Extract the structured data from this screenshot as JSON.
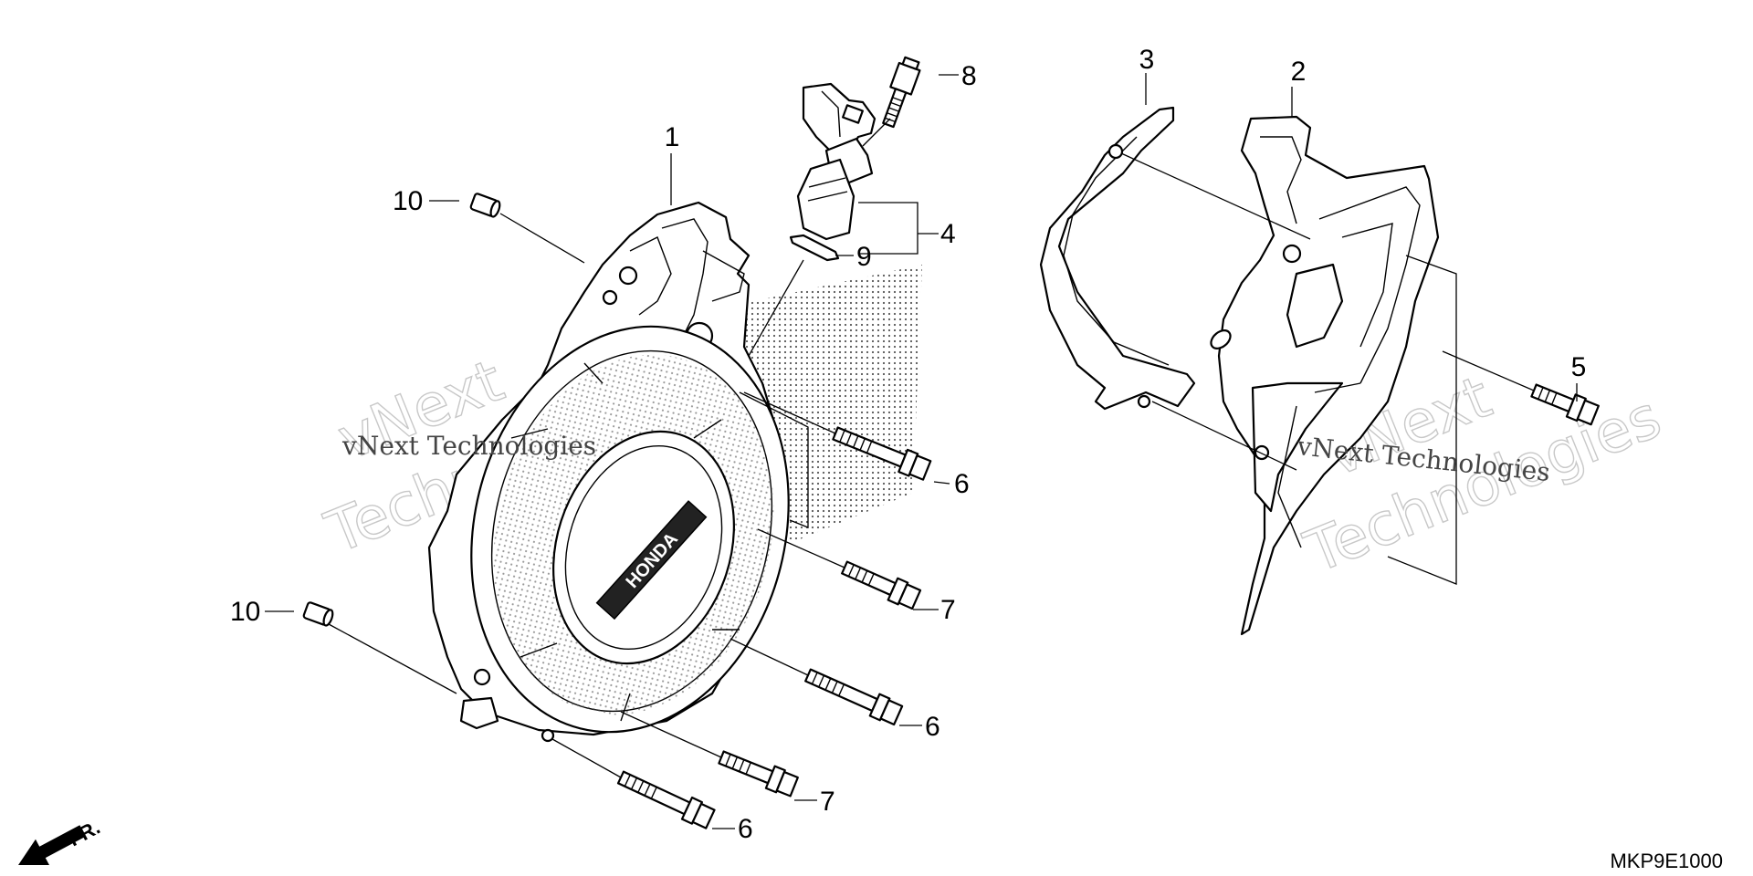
{
  "callouts": {
    "c1": "1",
    "c2": "2",
    "c3": "3",
    "c4": "4",
    "c5": "5",
    "c6a": "6",
    "c6b": "6",
    "c6c": "6",
    "c7a": "7",
    "c7b": "7",
    "c8": "8",
    "c9": "9",
    "c10a": "10",
    "c10b": "10"
  },
  "watermark": {
    "brand_big_1": "vNext",
    "brand_big_2": "Technologies",
    "brand_small": "vNext Technologies"
  },
  "diagram_code": "MKP9E1000",
  "direction_label": "FR.",
  "cover_logo": "HONDA"
}
